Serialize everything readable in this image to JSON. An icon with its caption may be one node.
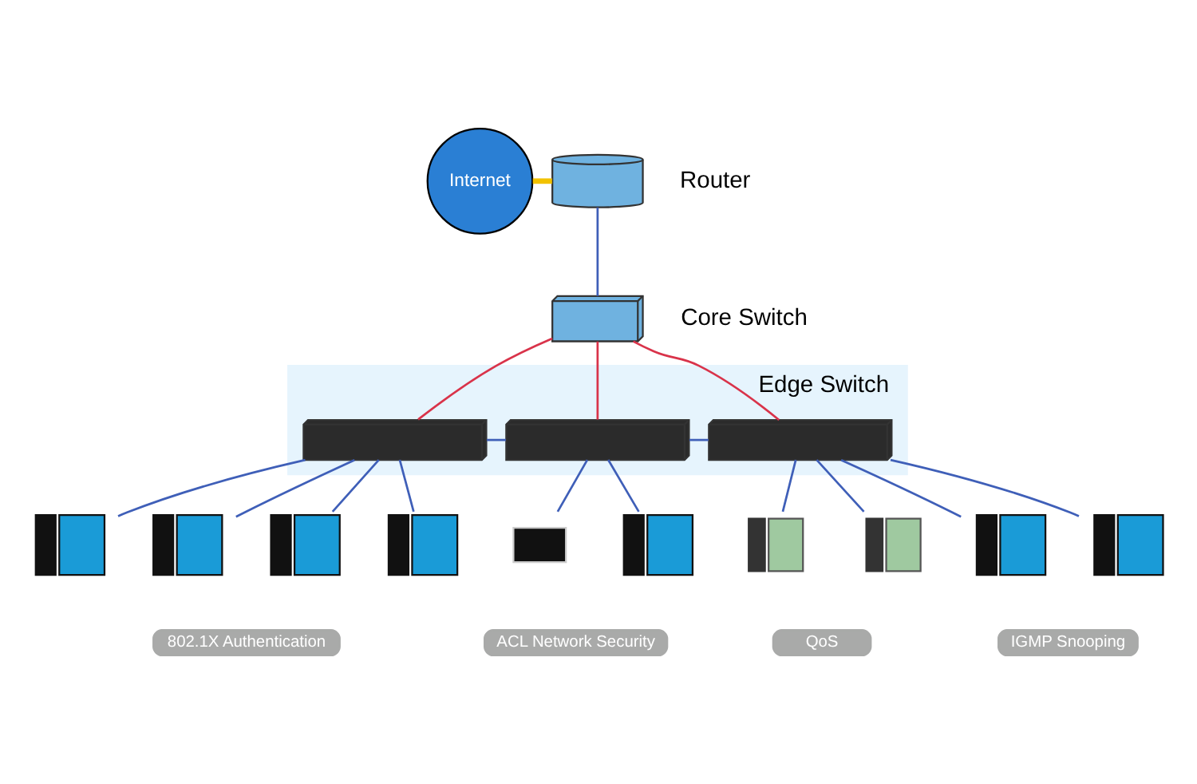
{
  "diagram": {
    "nodes": [
      {
        "text": [
          "Internet"
        ]
      },
      {
        "text": [],
        "shape": "picture"
      },
      {
        "text": [],
        "shape": "picture"
      },
      {
        "text": [
          "Edge Switch"
        ]
      },
      {
        "text": [],
        "shape": "picture",
        "in": 3
      },
      {
        "text": [],
        "shape": "picture",
        "in": 3
      },
      {
        "text": [],
        "shape": "picture",
        "in": 3
      },
      {
        "text": [],
        "shape": "picture"
      },
      {
        "text": [],
        "shape": "picture"
      },
      {
        "text": [],
        "shape": "picture"
      },
      {
        "text": [],
        "shape": "picture"
      },
      {
        "text": [],
        "shape": "picture"
      },
      {
        "text": [],
        "shape": "picture"
      },
      {
        "text": [],
        "shape": "picture"
      },
      {
        "text": [],
        "shape": "picture"
      },
      {
        "text": [],
        "shape": "picture"
      },
      {
        "text": [],
        "shape": "picture"
      },
      {
        "text": [
          "802.1X Authentication"
        ]
      },
      {
        "text": [
          "ACL Network Security"
        ]
      },
      {
        "text": [
          "QoS"
        ]
      },
      {
        "text": [
          "IGMP Snooping"
        ]
      }
    ],
    "edges": [
      {
        "from": 0,
        "to": 1,
        "arrow": "none",
        "style": "thick",
        "color": "#f2c200"
      },
      {
        "from": 1,
        "to": 2,
        "arrow": "none"
      },
      {
        "from": 2,
        "to": 4,
        "arrow": "none",
        "color": "#d9334a"
      },
      {
        "from": 2,
        "to": 5,
        "arrow": "none",
        "color": "#d9334a"
      },
      {
        "from": 2,
        "to": 6,
        "arrow": "none",
        "color": "#d9334a"
      },
      {
        "from": 4,
        "to": 5,
        "arrow": "none"
      },
      {
        "from": 5,
        "to": 6,
        "arrow": "none"
      },
      {
        "from": 4,
        "to": 7,
        "arrow": "none"
      },
      {
        "from": 4,
        "to": 8,
        "arrow": "none"
      },
      {
        "from": 4,
        "to": 9,
        "arrow": "none"
      },
      {
        "from": 4,
        "to": 10,
        "arrow": "none"
      },
      {
        "from": 5,
        "to": 11,
        "arrow": "none"
      },
      {
        "from": 5,
        "to": 12,
        "arrow": "none"
      },
      {
        "from": 6,
        "to": 13,
        "arrow": "none"
      },
      {
        "from": 6,
        "to": 14,
        "arrow": "none"
      },
      {
        "from": 6,
        "to": 15,
        "arrow": "none"
      },
      {
        "from": 6,
        "to": 16,
        "arrow": "none"
      }
    ],
    "labels": [
      "Router",
      "Core Switch"
    ]
  }
}
